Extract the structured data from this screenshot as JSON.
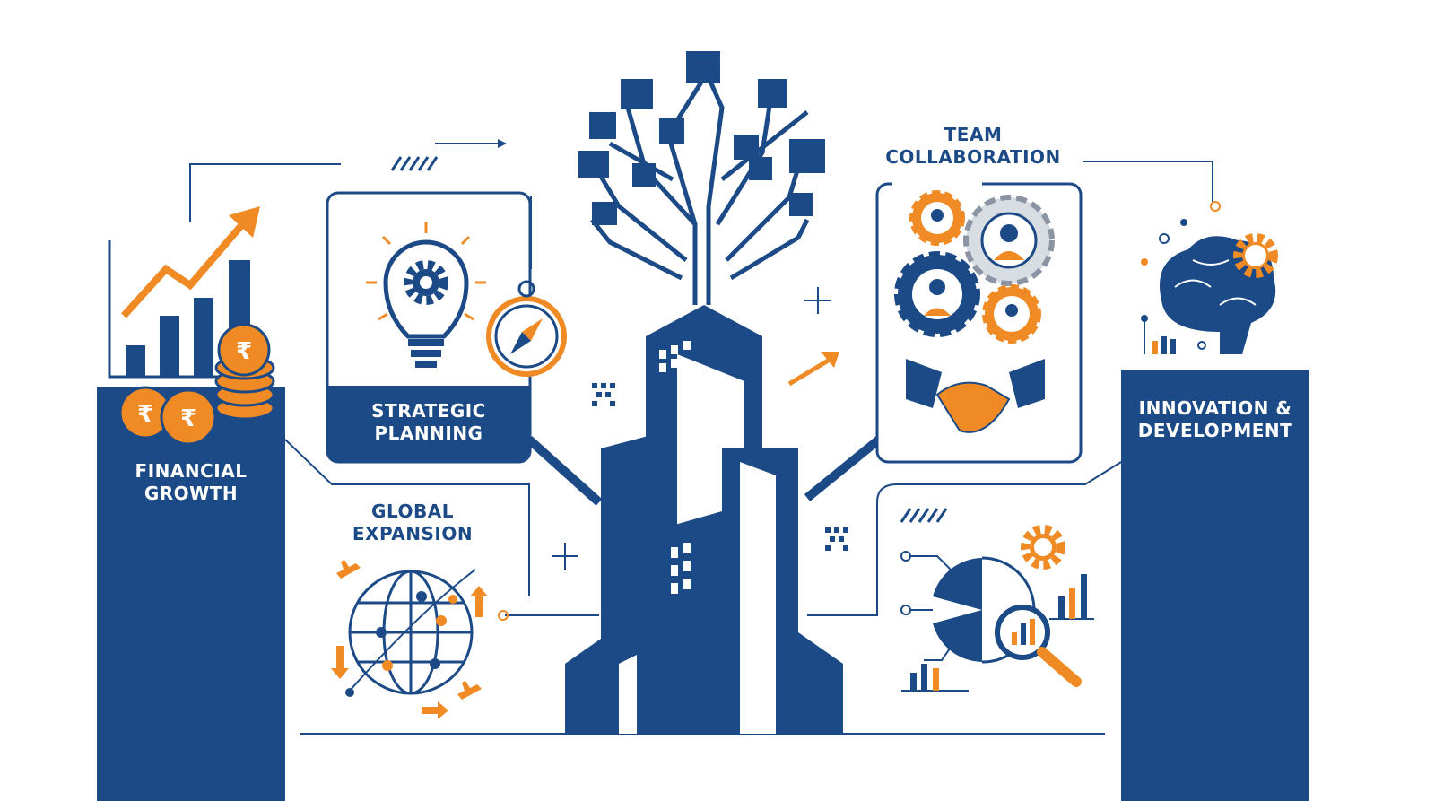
{
  "colors": {
    "navy": "#1c4a86",
    "orange": "#f08a24",
    "background": "#ffffff"
  },
  "sections": {
    "financial_growth": {
      "line1": "FINANCIAL",
      "line2": "GROWTH",
      "coin_symbol": "₹"
    },
    "strategic_planning": {
      "line1": "STRATEGIC",
      "line2": "PLANNING"
    },
    "global_expansion": {
      "line1": "GLOBAL",
      "line2": "EXPANSION"
    },
    "team_collaboration": {
      "line1": "TEAM",
      "line2": "COLLABORATION"
    },
    "innovation": {
      "line1": "INNOVATION &",
      "line2": "DEVELOPMENT"
    }
  },
  "icons": [
    "bar-chart-icon",
    "rupee-coins-icon",
    "lightbulb-gear-icon",
    "compass-icon",
    "globe-network-icon",
    "airplane-icon",
    "tree-circuit-icon",
    "skyscraper-icon",
    "team-gears-icon",
    "handshake-icon",
    "pie-chart-analytics-icon",
    "magnifier-icon",
    "brain-gear-icon"
  ]
}
